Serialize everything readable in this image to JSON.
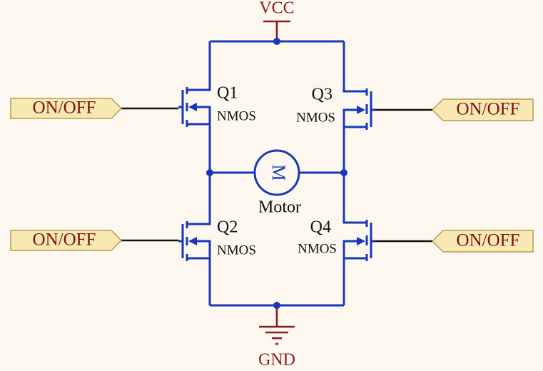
{
  "power": {
    "vcc_label": "VCC",
    "gnd_label": "GND"
  },
  "motor": {
    "symbol": "M",
    "label": "Motor"
  },
  "transistors": [
    {
      "name": "Q1",
      "type": "NMOS"
    },
    {
      "name": "Q2",
      "type": "NMOS"
    },
    {
      "name": "Q3",
      "type": "NMOS"
    },
    {
      "name": "Q4",
      "type": "NMOS"
    }
  ],
  "ports": [
    {
      "label": "ON/OFF"
    },
    {
      "label": "ON/OFF"
    },
    {
      "label": "ON/OFF"
    },
    {
      "label": "ON/OFF"
    }
  ],
  "colors": {
    "wire": "#1838b8",
    "power": "#8a1c1c",
    "port_fill": "#f8e8b2",
    "port_text": "#7a1010"
  }
}
